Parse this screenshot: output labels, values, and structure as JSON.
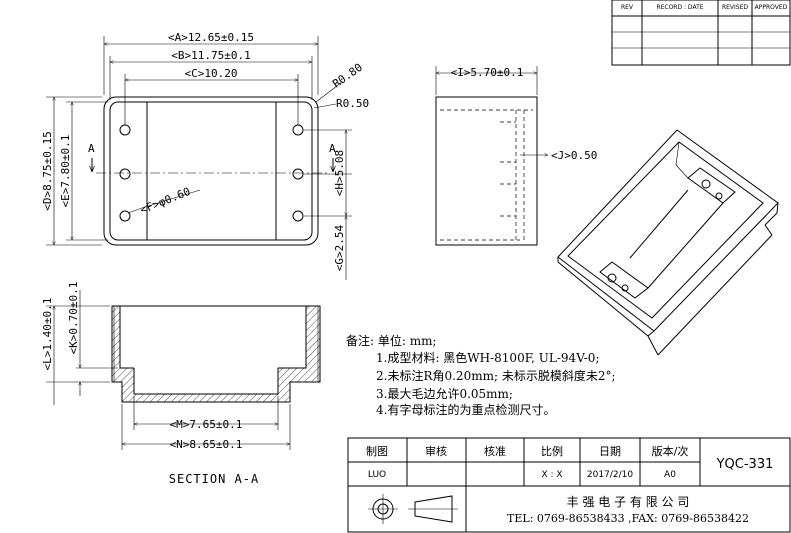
{
  "revision_table": {
    "headers": [
      "REV",
      "RECORD : DATE",
      "REVISED",
      "APPROVED"
    ]
  },
  "front_view": {
    "dim_a": "<A>12.65±0.15",
    "dim_b": "<B>11.75±0.1",
    "dim_c": "<C>10.20",
    "dim_r1": "R0.80",
    "dim_r2": "R0.50",
    "dim_d": "<D>8.75±0.15",
    "dim_e": "<E>7.80±0.1",
    "dim_f": "<F>φ0.60",
    "dim_h": "<H>5.08",
    "dim_g": "<G>2.54",
    "section_mark": "A"
  },
  "side_view": {
    "dim_i": "<I>5.70±0.1",
    "dim_j": "<J>0.50"
  },
  "section_view": {
    "dim_l": "<L>1.40±0.1",
    "dim_k": "<K>0.70±0.1",
    "dim_m": "<M>7.65±0.1",
    "dim_n": "<N>8.65±0.1",
    "title": "SECTION A-A"
  },
  "notes": {
    "heading": "备注: 单位: mm;",
    "items": [
      "1.成型材料: 黑色WH-8100F, UL-94V-0;",
      "2.未标注R角0.20mm; 未标示脱模斜度未2°;",
      "3.最大毛边允许0.05mm;",
      "4.有字母标注的为重点检测尺寸。"
    ]
  },
  "title_block": {
    "drawn_label": "制图",
    "review_label": "审核",
    "approve_label": "核准",
    "scale_label": "比例",
    "date_label": "日期",
    "version_label": "版本/次",
    "drawn_value": "LUO",
    "scale_value": "X : X",
    "date_value": "2017/2/10",
    "version_value": "A0",
    "part_number": "YQC-331",
    "company": "丰 强 电 子 有 限 公 司",
    "contact": "TEL: 0769-86538433 ,FAX: 0769-86538422"
  }
}
